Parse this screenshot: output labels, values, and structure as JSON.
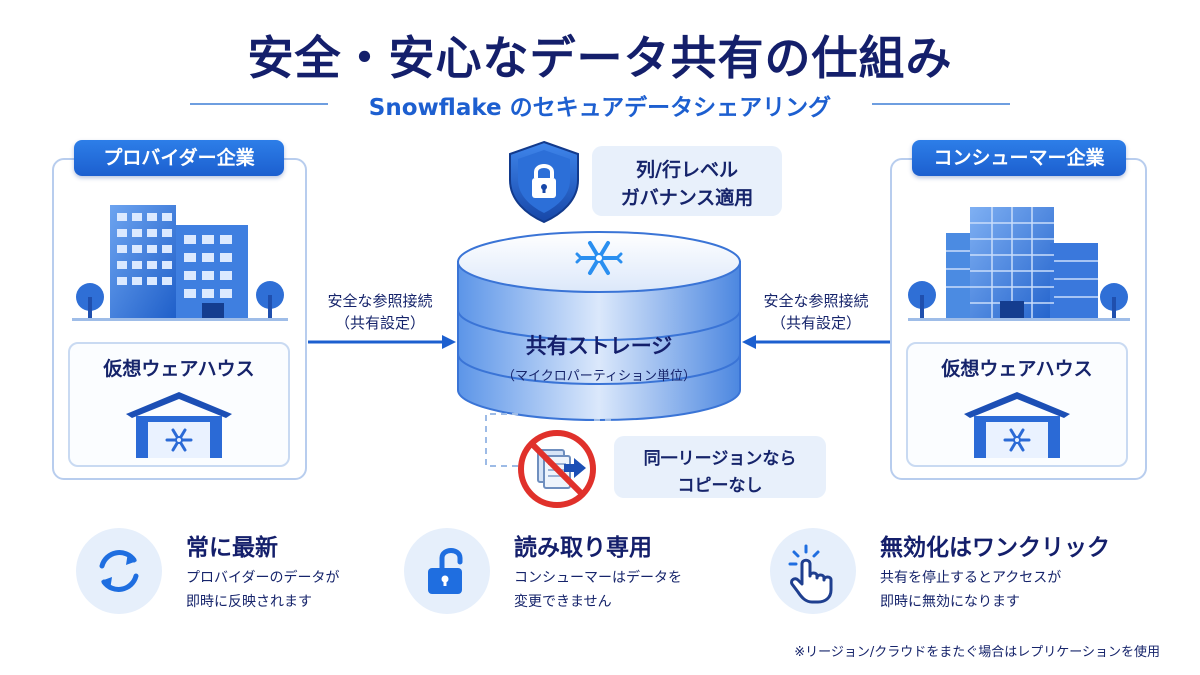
{
  "header": {
    "title": "安全・安心なデータ共有の仕組み",
    "subtitle": "Snowflake のセキュアデータシェアリング"
  },
  "provider": {
    "label": "プロバイダー企業",
    "warehouse_label": "仮想ウェアハウス",
    "connection_label_line1": "安全な参照接続",
    "connection_label_line2": "（共有設定）"
  },
  "consumer": {
    "label": "コンシューマー企業",
    "warehouse_label": "仮想ウェアハウス",
    "connection_label_line1": "安全な参照接続",
    "connection_label_line2": "（共有設定）"
  },
  "governance": {
    "line1": "列/行レベル",
    "line2": "ガバナンス適用"
  },
  "storage": {
    "title": "共有ストレージ",
    "subtitle": "（マイクロパーティション単位）"
  },
  "no_copy": {
    "line1": "同一リージョンなら",
    "line2": "コピーなし"
  },
  "features": [
    {
      "icon": "refresh-icon",
      "title": "常に最新",
      "line1": "プロバイダーのデータが",
      "line2": "即時に反映されます"
    },
    {
      "icon": "unlock-icon",
      "title": "読み取り専用",
      "line1": "コンシューマーはデータを",
      "line2": "変更できません"
    },
    {
      "icon": "click-hand-icon",
      "title": "無効化はワンクリック",
      "line1": "共有を停止するとアクセスが",
      "line2": "即時に無効になります"
    }
  ],
  "footnote": "※リージョン/クラウドをまたぐ場合はレプリケーションを使用",
  "colors": {
    "primary": "#1c5fcf",
    "navy": "#141f6b",
    "light": "#e8f0fb",
    "no_sign": "#e0312b"
  }
}
